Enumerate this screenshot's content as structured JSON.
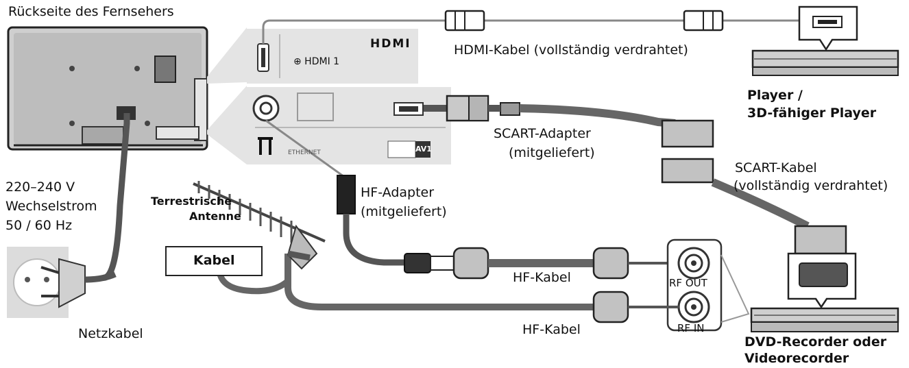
{
  "labels": {
    "tv_back": "Rückseite des Fernsehers",
    "hdmi_logo": "HDMI",
    "hdmi_port": "⊕ HDMI 1",
    "hdmi_cable": "HDMI-Kabel (vollständig verdrahtet)",
    "player_line1": "Player /",
    "player_line2": "3D-fähiger Player",
    "scart_adapter_line1": "SCART-Adapter",
    "scart_adapter_line2": "(mitgeliefert)",
    "scart_cable_line1": "SCART-Kabel",
    "scart_cable_line2": "(vollständig verdrahtet)",
    "voltage_line1": "220–240 V",
    "voltage_line2": "Wechselstrom",
    "voltage_line3": "50 / 60 Hz",
    "antenna_line1": "Terrestrische",
    "antenna_line2": "Antenne",
    "kabel": "Kabel",
    "hf_adapter_line1": "HF-Adapter",
    "hf_adapter_line2": "(mitgeliefert)",
    "hf_cable_top": "HF-Kabel",
    "hf_cable_bottom": "HF-Kabel",
    "rf_out": "RF OUT",
    "rf_in": "RF IN",
    "netzkabel": "Netzkabel",
    "recorder_line1": "DVD-Recorder oder",
    "recorder_line2": "Videorecorder",
    "ethernet": "ETHERNET",
    "av1": "AV1"
  }
}
